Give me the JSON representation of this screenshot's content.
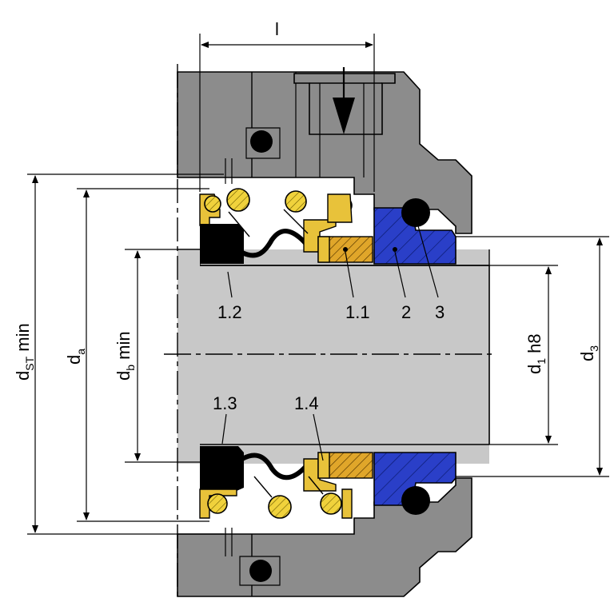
{
  "dimensions": {
    "length_l": "l",
    "d_st_min": {
      "main": "d",
      "sub": "ST",
      "suffix": " min"
    },
    "d_a": {
      "main": "d",
      "sub": "a",
      "suffix": ""
    },
    "d_b_min": {
      "main": "d",
      "sub": "b",
      "suffix": " min"
    },
    "d_1_h8": {
      "main": "d",
      "sub": "1",
      "suffix": " h8"
    },
    "d_3": {
      "main": "d",
      "sub": "3",
      "suffix": ""
    }
  },
  "part_labels": {
    "p1_2": "1.2",
    "p1_1": "1.1",
    "p2": "2",
    "p3": "3",
    "p1_3": "1.3",
    "p1_4": "1.4"
  },
  "colors": {
    "housing": "#8c8c8c",
    "shaft": "#c8c8c8",
    "rubber": "#000000",
    "spring": "#f0d23c",
    "metal_part": "#e8c23a",
    "carbon_ring": "#e0a62a",
    "seat": "#2a3fc8",
    "background": "#ffffff"
  }
}
